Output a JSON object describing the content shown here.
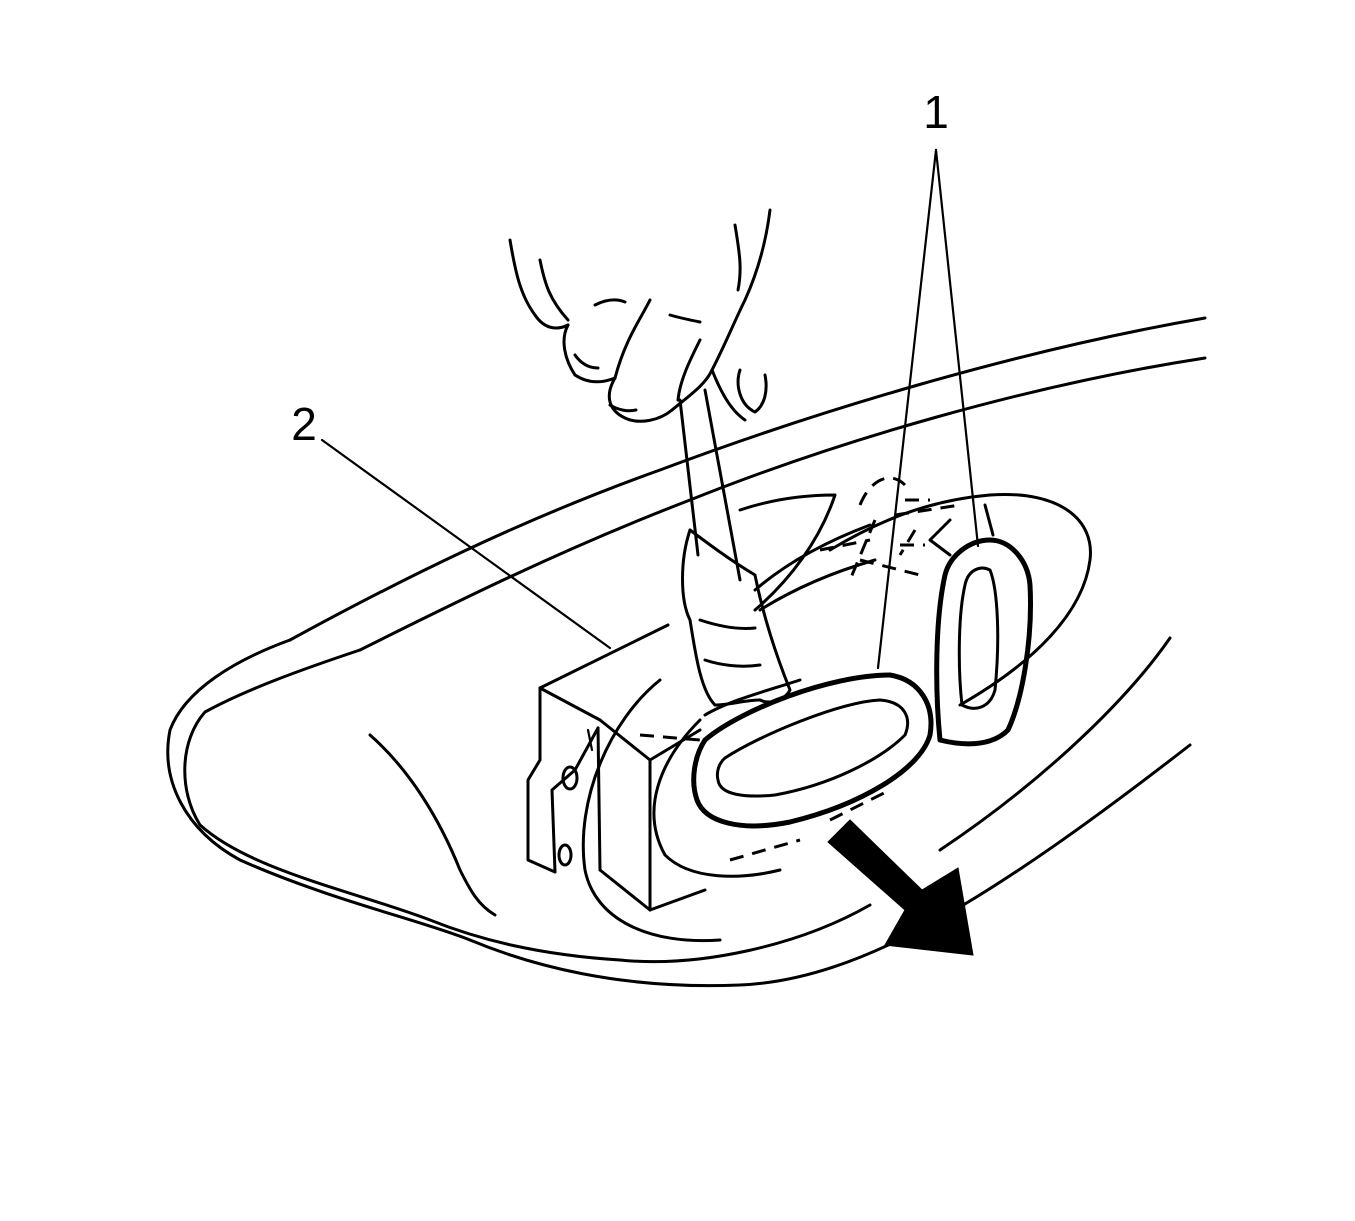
{
  "callouts": [
    {
      "id": "1",
      "label": "1"
    },
    {
      "id": "2",
      "label": "2"
    }
  ],
  "colors": {
    "line": "#000000",
    "background": "#ffffff"
  },
  "icons": {
    "direction": "arrow-down-right-icon"
  }
}
